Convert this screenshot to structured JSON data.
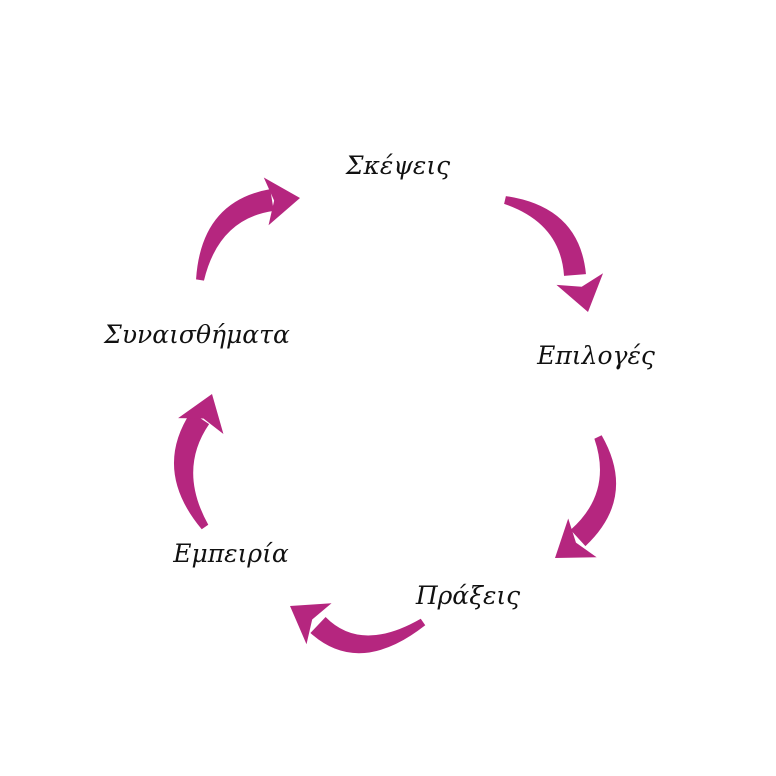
{
  "diagram": {
    "type": "cycle",
    "arrow_color": "#b5267f",
    "background": "#ffffff",
    "text_color": "#111111",
    "nodes": [
      {
        "id": "thoughts",
        "label": "Σκέψεις"
      },
      {
        "id": "choices",
        "label": "Επιλογές"
      },
      {
        "id": "actions",
        "label": "Πράξεις"
      },
      {
        "id": "experience",
        "label": "Εμπειρία"
      },
      {
        "id": "feelings",
        "label": "Συναισθήματα"
      }
    ],
    "edges": [
      {
        "from": "thoughts",
        "to": "choices"
      },
      {
        "from": "choices",
        "to": "actions"
      },
      {
        "from": "actions",
        "to": "experience"
      },
      {
        "from": "experience",
        "to": "feelings"
      },
      {
        "from": "feelings",
        "to": "thoughts"
      }
    ]
  }
}
